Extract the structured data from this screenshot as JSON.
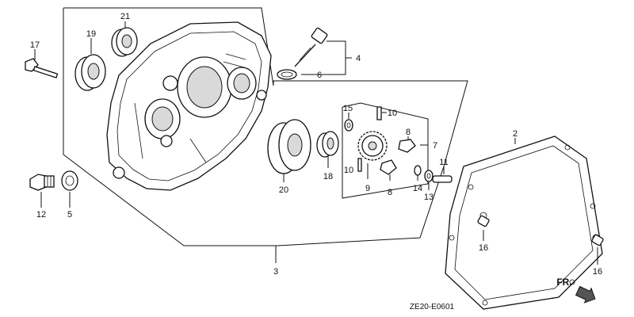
{
  "diagram": {
    "reference_code": "ZE20-E0601",
    "direction_label": "FR.",
    "callouts": {
      "c1": "21",
      "c2": "19",
      "c3": "17",
      "c4": "4",
      "c5": "6",
      "c6": "15",
      "c7": "10",
      "c8": "8",
      "c9": "7",
      "c10": "2",
      "c11": "20",
      "c12": "18",
      "c13": "9",
      "c14": "10",
      "c15": "8",
      "c16": "14",
      "c17": "11",
      "c18": "13",
      "c19": "12",
      "c20": "5",
      "c21": "3",
      "c22": "16",
      "c23": "16"
    }
  }
}
